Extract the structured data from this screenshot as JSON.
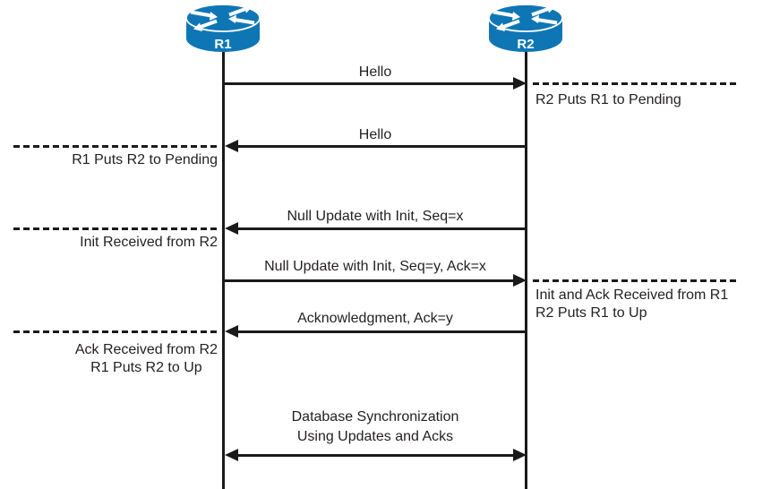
{
  "colors": {
    "ink": "#1a1a1a",
    "text": "#231f20",
    "router_fill": "#0f76b6"
  },
  "icons": {
    "router": "cisco-router-icon",
    "arrowhead": "solid-black-triangle",
    "event_marker": "dashed-horizontal-line"
  },
  "actors": [
    {
      "label": "R1"
    },
    {
      "label": "R2"
    }
  ],
  "messages": [
    {
      "label": "Hello",
      "from": "R1",
      "to": "R2"
    },
    {
      "label": "Hello",
      "from": "R2",
      "to": "R1"
    },
    {
      "label": "Null Update with Init, Seq=x",
      "from": "R2",
      "to": "R1"
    },
    {
      "label": "Null Update with Init, Seq=y, Ack=x",
      "from": "R1",
      "to": "R2"
    },
    {
      "label": "Acknowledgment, Ack=y",
      "from": "R2",
      "to": "R1"
    },
    {
      "label_line1": "Database Synchronization",
      "label_line2": "Using Updates and Acks",
      "from": "R1",
      "to": "R2",
      "bidirectional": true
    }
  ],
  "events": {
    "left": [
      {
        "lines": [
          "R1 Puts R2 to Pending"
        ]
      },
      {
        "lines": [
          "Init Received from R2"
        ]
      },
      {
        "lines": [
          "Ack Received from R2",
          "R1 Puts R2 to Up"
        ]
      }
    ],
    "right": [
      {
        "lines": [
          "R2 Puts R1 to Pending"
        ]
      },
      {
        "lines": [
          "Init and Ack Received from R1",
          "R2 Puts R1 to Up"
        ]
      }
    ]
  }
}
